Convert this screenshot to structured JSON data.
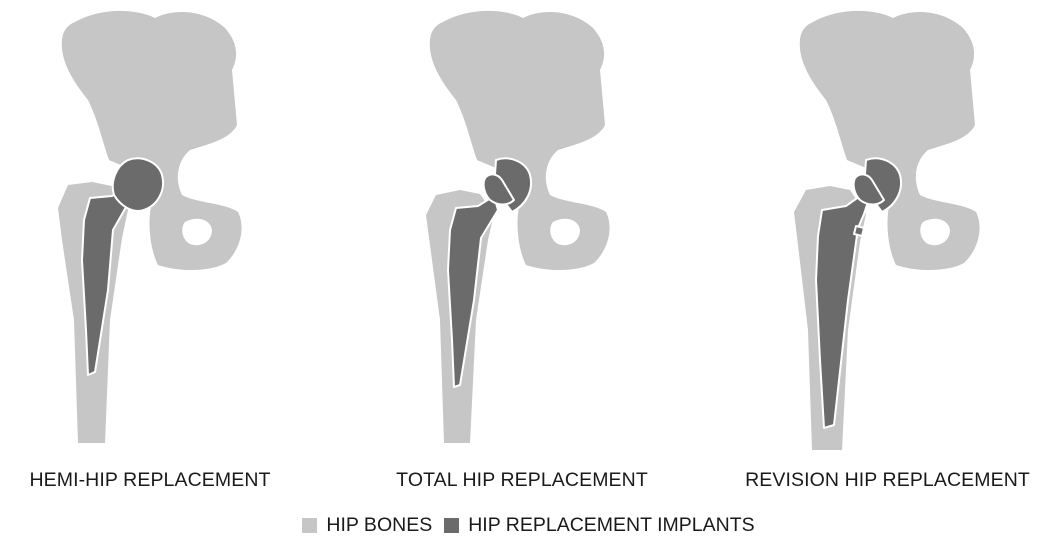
{
  "colors": {
    "bone": "#c6c6c6",
    "implant": "#6b6b6b",
    "background": "#ffffff",
    "text": "#1a1a1a"
  },
  "illustrations": [
    {
      "variant": "hemi",
      "caption": "HEMI-HIP REPLACEMENT"
    },
    {
      "variant": "total",
      "caption": "TOTAL HIP REPLACEMENT"
    },
    {
      "variant": "revision",
      "caption": "REVISION HIP REPLACEMENT"
    }
  ],
  "legend": {
    "bones_label": "HIP BONES",
    "implants_label": "HIP REPLACEMENT IMPLANTS"
  }
}
